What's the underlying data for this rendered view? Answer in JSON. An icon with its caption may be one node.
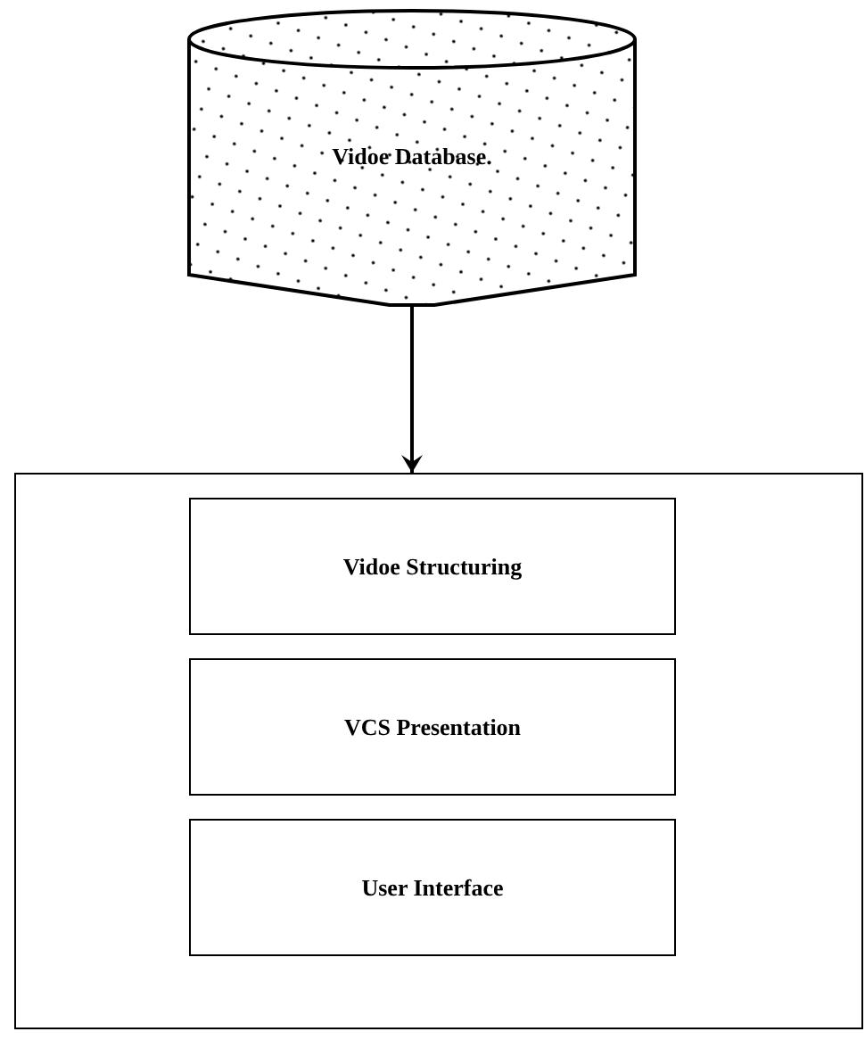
{
  "diagram": {
    "nodes": [
      {
        "text": [
          "Vidoe Database."
        ]
      },
      {
        "text": [],
        "shape": "box"
      },
      {
        "text": [
          "Vidoe Structuring"
        ],
        "in": 1
      },
      {
        "text": [
          "VCS Presentation"
        ],
        "in": 1
      },
      {
        "text": [
          "User Interface"
        ],
        "in": 1
      }
    ],
    "edges": [
      {
        "from": 0,
        "to": 1,
        "arrow": "to"
      }
    ]
  }
}
